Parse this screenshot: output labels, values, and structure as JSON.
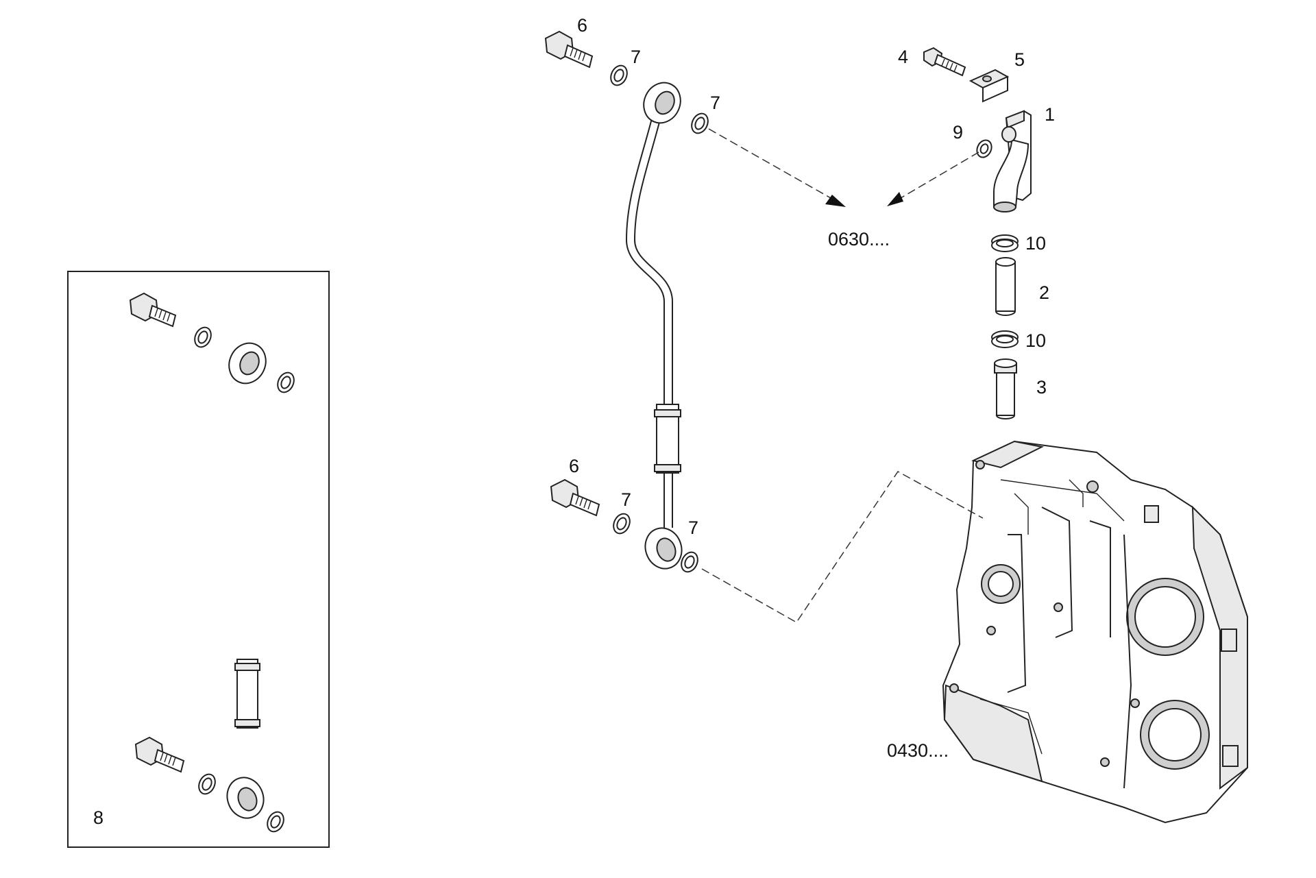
{
  "callouts": {
    "c1": "1",
    "c2": "2",
    "c3": "3",
    "c4": "4",
    "c5": "5",
    "c6_top": "6",
    "c6_bottom": "6",
    "c7_a": "7",
    "c7_b": "7",
    "c7_c": "7",
    "c7_d": "7",
    "c8": "8",
    "c9": "9",
    "c10_top": "10",
    "c10_bottom": "10"
  },
  "references": {
    "ref_0630": "0630....",
    "ref_0430": "0430...."
  }
}
